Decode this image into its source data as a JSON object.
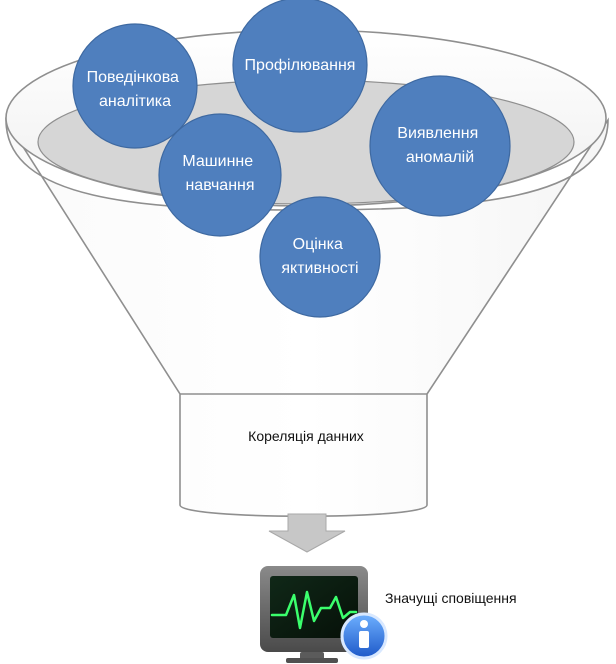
{
  "diagram": {
    "bubbles": [
      {
        "lines": [
          "Поведінкова",
          "аналітика"
        ]
      },
      {
        "lines": [
          "Профілювання"
        ]
      },
      {
        "lines": [
          "Виявлення",
          "аномалій"
        ]
      },
      {
        "lines": [
          "Машинне",
          "навчання"
        ]
      },
      {
        "lines": [
          "Оцінка",
          "яктивності"
        ]
      }
    ],
    "funnel_bottom_label": "Кореляція данних",
    "alert_label": "Значущі сповіщення",
    "colors": {
      "bubble_fill": "#4f7fbe",
      "bubble_stroke": "#3e69a1",
      "funnel_outline": "#8f8f8f",
      "funnel_fill": "#f8f8f8",
      "inner_ellipse_fill": "#d6d6d6",
      "arrow_fill": "#c7c7c7",
      "monitor_frame": "#5b5b5b",
      "monitor_screen": "#0b1f13",
      "monitor_wave": "#3bff6d",
      "info_badge": "#2a6ad8"
    },
    "icons": [
      "monitor-icon",
      "info-icon",
      "down-arrow-icon"
    ]
  }
}
